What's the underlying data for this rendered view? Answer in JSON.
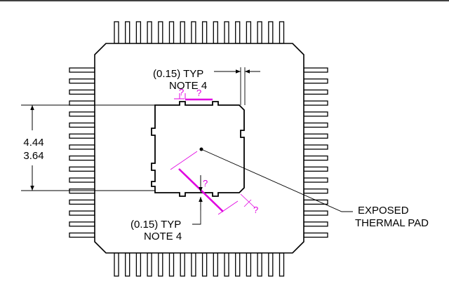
{
  "colors": {
    "line": "#000000",
    "highlight": "#e000e0",
    "background": "#ffffff"
  },
  "dimensions": {
    "vertical_max": "4.44",
    "vertical_min": "3.64"
  },
  "callouts": {
    "top_typ": "(0.15) TYP",
    "top_note": "NOTE 4",
    "bottom_typ": "(0.15) TYP",
    "bottom_note": "NOTE 4",
    "pad_label_line1": "EXPOSED",
    "pad_label_line2": "THERMAL PAD"
  },
  "unknown_marker": "?",
  "package": {
    "pins_per_side": 16
  }
}
